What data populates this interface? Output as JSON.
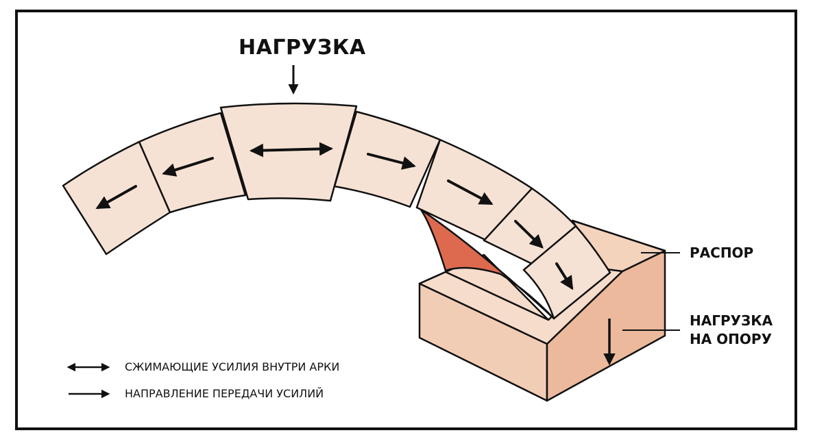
{
  "diagram": {
    "title": "НАГРУЗКА",
    "labels": {
      "thrust": "РАСПОР",
      "support_load_line1": "НАГРУЗКА",
      "support_load_line2": "НА ОПОРУ"
    },
    "legend": [
      {
        "symbol": "double-arrow-icon",
        "text": "СЖИМАЮЩИЕ УСИЛИЯ ВНУТРИ АРКИ"
      },
      {
        "symbol": "arrow-right-icon",
        "text": "НАПРАВЛЕНИЕ ПЕРЕДАЧИ УСИЛИЙ"
      }
    ],
    "colors": {
      "stone": "#f6e2d4",
      "support_front": "#f2cdb6",
      "support_side": "#ecb99c",
      "mortar_red": "#dd6a4e",
      "outline": "#111111"
    }
  }
}
